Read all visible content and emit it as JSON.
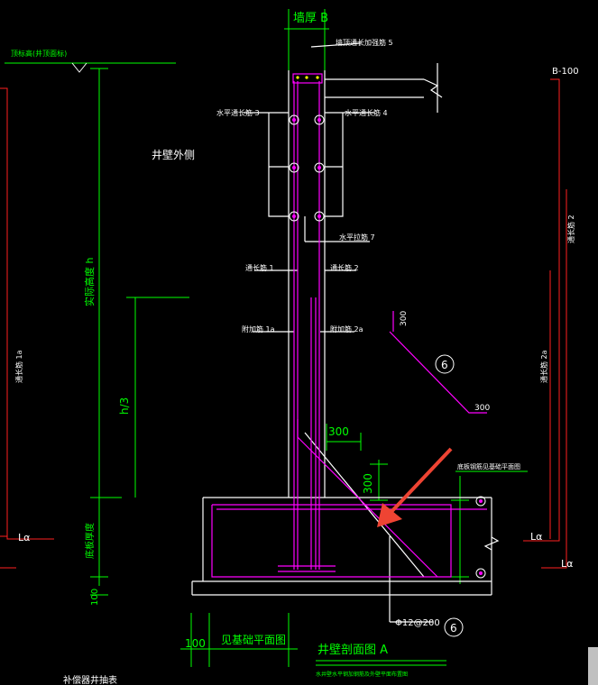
{
  "drawing": {
    "title": "井壁剖面图 A",
    "subtitle": "水井壁水平钢加钢筋及外壁平面布置图",
    "bottom_left_text": "补偿器井抽表",
    "wall_thickness_label": "墙厚 B",
    "ground_level_label": "顶标高(井顶面标)",
    "wall_outside_label": "井壁外侧",
    "actual_height_label": "实际高度 h",
    "h3_label": "h/3",
    "bottom_slab_label": "底板厚度",
    "dim_100_left": "100",
    "dim_100_bottom": "100",
    "foundation_plan_label": "见基础平面图",
    "foundation_edge_label": "底板钢筋见基础平面图",
    "b100_label": "B-100",
    "la_labels": [
      "Lα",
      "Lα",
      "Lα"
    ],
    "dim_300_a": "300",
    "dim_300_b": "300",
    "dim_300_c": "300",
    "dim_300_d": "300",
    "rebar_spec": "Φ12@200",
    "circle_6": "6",
    "rebars": {
      "top": "墙顶通长加强筋 5",
      "h3": "水平通长筋 3",
      "h4": "水平通长筋 4",
      "h7": "水平拉筋 7",
      "v1": "通长筋 1",
      "v2": "通长筋 2",
      "a1": "附加筋 1a",
      "a2": "附加筋 2a",
      "side_left": "通长筋 1a",
      "side_right_top": "通长筋 2",
      "side_right_mid": "通长筋 2a"
    }
  },
  "colors": {
    "green": "#00ff00",
    "white": "#ffffff",
    "magenta": "#ff00ff",
    "red": "#ff2020",
    "yellow": "#ffff00",
    "arrow": "#ee4433"
  }
}
